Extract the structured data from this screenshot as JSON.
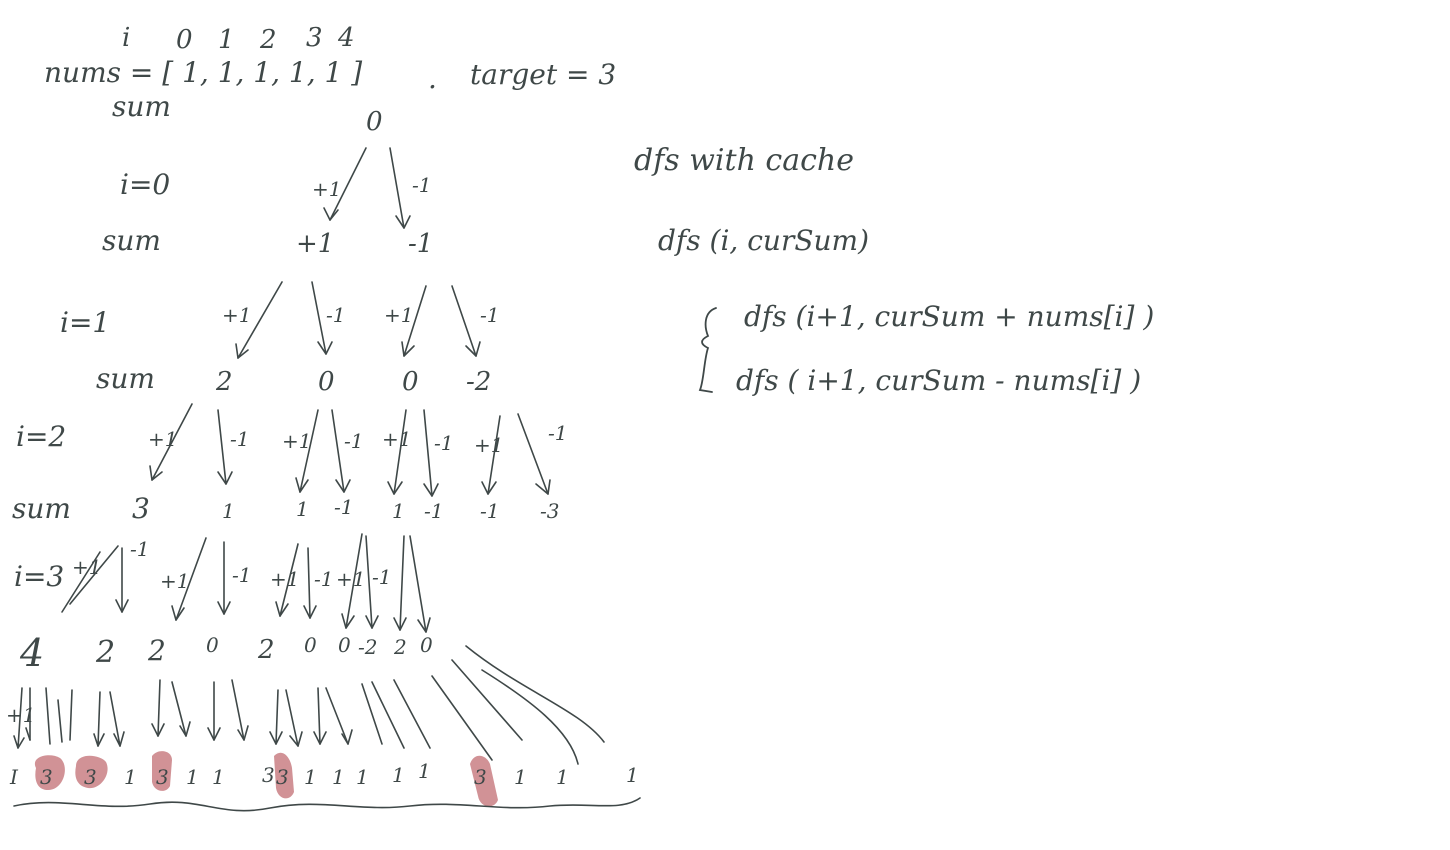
{
  "header": {
    "index_label": "i",
    "indices": [
      "0",
      "1",
      "2",
      "3",
      "4"
    ],
    "nums_text": "nums = [ 1,  1,  1,  1, 1 ]",
    "dot": ".",
    "target_text": "target = 3"
  },
  "tree": {
    "sum_label": "sum",
    "root_value": "0",
    "levels": [
      {
        "i_label": "i=0",
        "sum_label": "sum",
        "edge_labels": [
          "+1",
          "-1"
        ],
        "sums": [
          "+1",
          "-1"
        ]
      },
      {
        "i_label": "i=1",
        "sum_label": "sum",
        "edge_labels": [
          "+1",
          "-1",
          "+1",
          "-1"
        ],
        "sums": [
          "2",
          "0",
          "0",
          "-2"
        ]
      },
      {
        "i_label": "i=2",
        "sum_label": "sum",
        "edge_labels": [
          "+1",
          "-1",
          "+1",
          "-1",
          "+1",
          "-1",
          "+1",
          "-1"
        ],
        "sums": [
          "3",
          "1",
          "1",
          "-1",
          "1",
          "-1",
          "-1",
          "-3"
        ]
      },
      {
        "i_label": "i=3",
        "edge_labels": [
          "+1",
          "-1",
          "+1",
          "-1",
          "+1",
          "-1",
          "+1",
          "-1"
        ],
        "sums": [
          "4",
          "2",
          "2",
          "0",
          "2",
          "0",
          "0",
          "-2",
          "2",
          "0"
        ]
      },
      {
        "edge_labels": [
          "+1"
        ],
        "sums": [
          "3",
          "3",
          "3",
          "1",
          "3",
          "1",
          "1",
          "3",
          "1",
          "1",
          "1",
          "1",
          "1",
          "3",
          "1",
          "1",
          "1"
        ]
      }
    ],
    "highlight_color": "#c97f84"
  },
  "notes": {
    "title": "dfs with cache",
    "signature": "dfs (i, curSum)",
    "branch_plus": "dfs (i+1, curSum + nums[i] )",
    "branch_minus": "dfs ( i+1, curSum - nums[i] )"
  },
  "ink_color": "#3f4848"
}
